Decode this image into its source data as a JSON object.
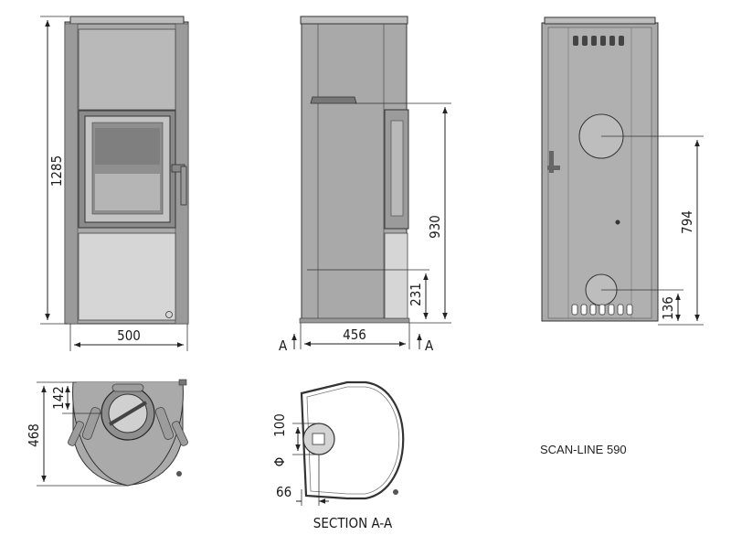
{
  "model_name": "SCAN-LINE 590",
  "dimensions": {
    "front_height": "1285",
    "front_width": "500",
    "side_depth": "456",
    "side_door_height": "930",
    "side_lower_height": "231",
    "back_upper_outlet": "794",
    "back_lower_outlet": "136",
    "top_depth": "468",
    "top_offset": "142",
    "section_diameter": "100",
    "section_offset": "66",
    "diameter_symbol": "Φ"
  },
  "labels": {
    "section_marker": "A",
    "section_title": "SECTION A-A"
  },
  "colors": {
    "body": "#a9a9a9",
    "panel": "#b9b9b9",
    "glass": "#8f8f8f",
    "line": "#222222"
  }
}
